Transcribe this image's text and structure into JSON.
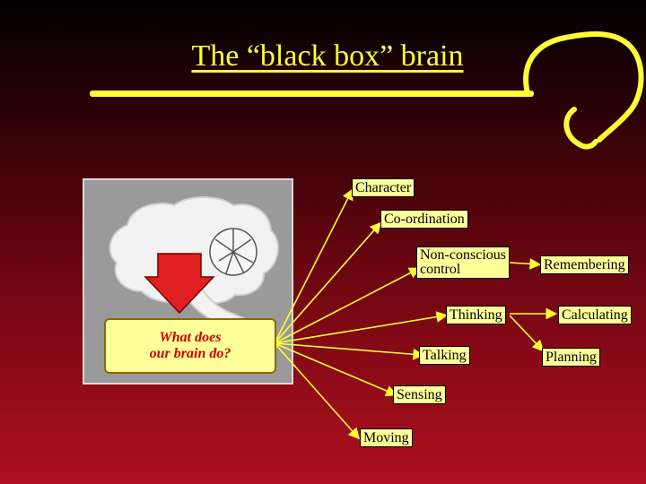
{
  "title": "The “black box” brain",
  "question": "What does\nour brain do?",
  "functions": {
    "character": "Character",
    "coordination": "Co-ordination",
    "non_conscious": "Non-conscious\ncontrol",
    "thinking": "Thinking",
    "talking": "Talking",
    "sensing": "Sensing",
    "moving": "Moving"
  },
  "thinking_types": {
    "remembering": "Remembering",
    "calculating": "Calculating",
    "planning": "Planning"
  },
  "colors": {
    "accent": "#ffff33",
    "label_fill": "#ffff99",
    "question_text": "#cc0000",
    "arrow": "#e02020"
  }
}
